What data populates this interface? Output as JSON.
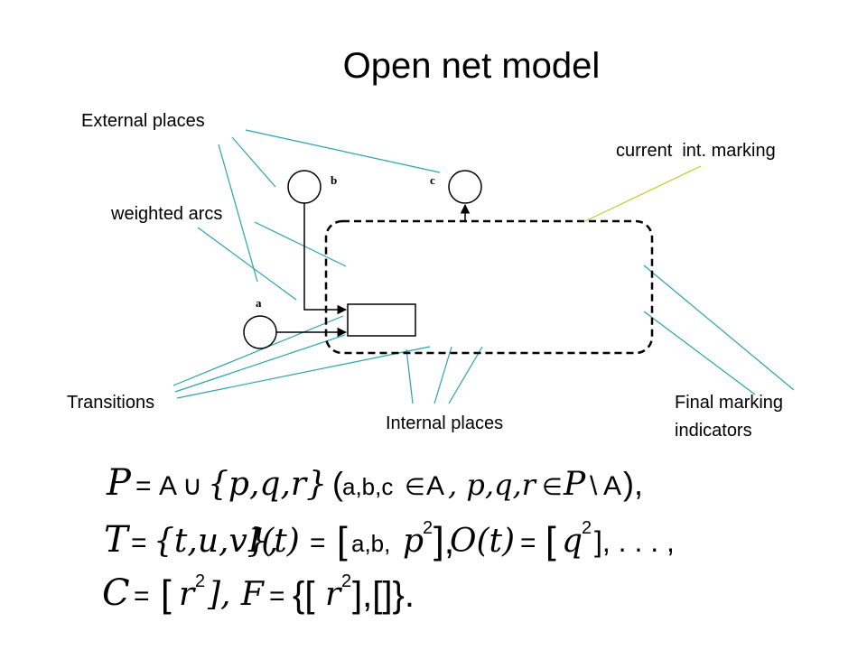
{
  "title": "Open net model",
  "labels": {
    "external_places": "External places",
    "current_marking": "current  int. marking",
    "weighted_arcs": "weighted arcs",
    "transitions": "Transitions",
    "internal_places": "Internal places",
    "final_marking_line1": "Final marking",
    "final_marking_line2": "indicators"
  },
  "places": {
    "a": "a",
    "b": "b",
    "c": "c"
  },
  "formulas": {
    "line1": {
      "P": "P",
      "eq": "=",
      "A": "A",
      "cup": "∪",
      "set": "{p,q,r}",
      "open": "(",
      "abc": "a,b,c",
      "in1": "∈",
      "A2": "A",
      "pqr": ", p,q,r",
      "in2": "∈",
      "P2": "P",
      "minus": "\\",
      "A3": "A",
      "close": "),"
    },
    "line2": {
      "T": "T",
      "eq": "=",
      "set": "{t,u,v},",
      "I": "I(t)",
      "eq2": "=",
      "lb": "[",
      "ab": "a,b,",
      "p": "p",
      "sup1": "2",
      "rb": "],",
      "O": "O(t)",
      "eq3": "=",
      "lb2": "[",
      "q": "q",
      "sup2": "2",
      "rest": "], . . . ,"
    },
    "line3": {
      "C": "C",
      "eq": "=",
      "lb": "[",
      "r": "r",
      "sup1": "2",
      "mid": "], F",
      "eq2": "=",
      "open": "{[",
      "r2": "r",
      "sup2": "2",
      "rest": "],[]}."
    }
  },
  "colors": {
    "pointer": "#2aa3ad",
    "pointer_marking": "#b8cf2a",
    "net": "#000000"
  }
}
